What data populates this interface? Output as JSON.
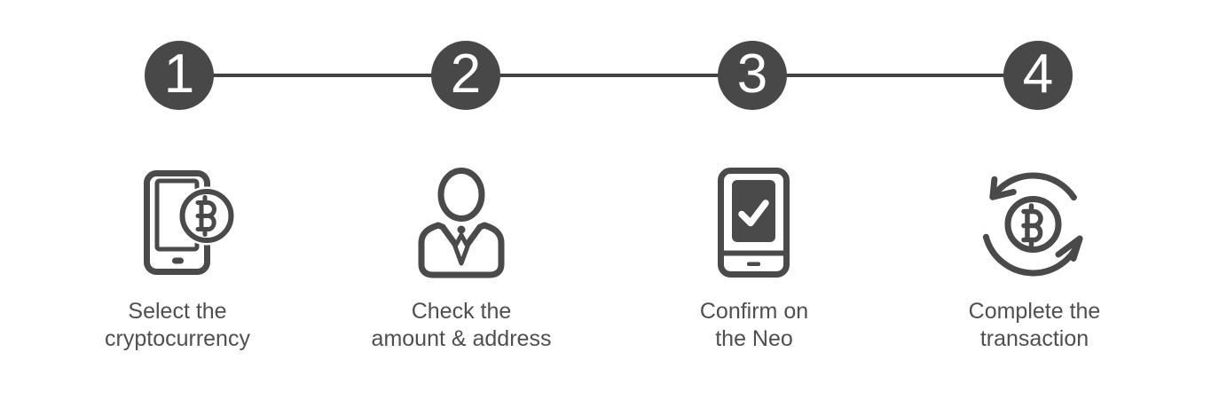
{
  "colors": {
    "circle_color": "#484848",
    "number_color": "#ffffff",
    "connector_color": "#424242",
    "icon_color": "#4a4a4a",
    "label_color": "#4f4f4f",
    "check_color": "#ffffff"
  },
  "steps": [
    {
      "number": "1",
      "icon": "smartphone-bitcoin-icon",
      "label_line1": "Select the",
      "label_line2": "cryptocurrency"
    },
    {
      "number": "2",
      "icon": "person-icon",
      "label_line1": "Check the",
      "label_line2": "amount & address"
    },
    {
      "number": "3",
      "icon": "confirm-device-icon",
      "label_line1": "Confirm on",
      "label_line2": "the Neo"
    },
    {
      "number": "4",
      "icon": "bitcoin-cycle-icon",
      "label_line1": "Complete the",
      "label_line2": "transaction"
    }
  ]
}
